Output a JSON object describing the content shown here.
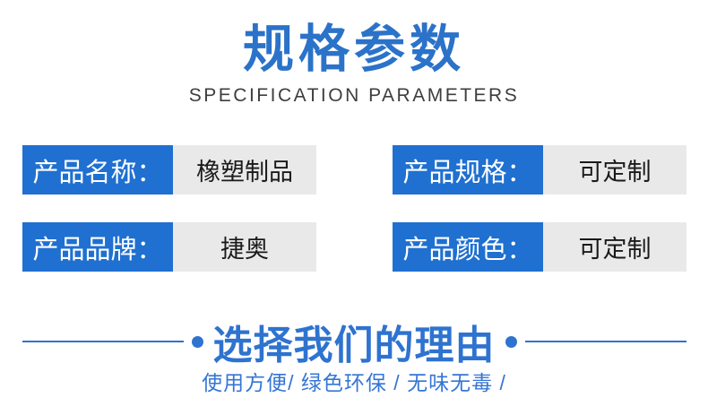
{
  "header": {
    "title": "规格参数",
    "subtitle": "SPECIFICATION PARAMETERS"
  },
  "specs": [
    {
      "label": "产品名称：",
      "value": "橡塑制品"
    },
    {
      "label": "产品规格：",
      "value": "可定制"
    },
    {
      "label": "产品品牌：",
      "value": "捷奥"
    },
    {
      "label": "产品颜色：",
      "value": "可定制"
    }
  ],
  "reasons": {
    "title": "选择我们的理由",
    "subtitle": "使用方便/ 绿色环保 / 无味无毒 /"
  },
  "colors": {
    "title_blue": "#2B72C9",
    "spec_label_blue": "#1F70D0",
    "spec_value_bg": "#E9E9E9",
    "spec_value_text": "#1A1A1A",
    "subtitle_gray": "#3E3E3E",
    "accent_blue": "#2E73CF",
    "tagline_blue": "#3575D5",
    "background": "#FFFFFF"
  }
}
